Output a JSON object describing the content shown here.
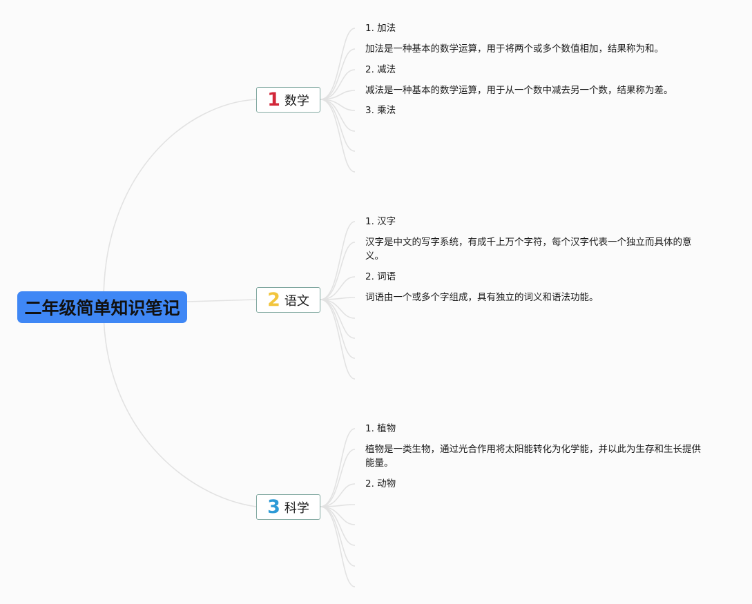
{
  "root": {
    "title": "二年级简单知识笔记",
    "color": "#3f87f5"
  },
  "line_color": "#e2e2e2",
  "branches": [
    {
      "number": "1",
      "number_color": "#d2283a",
      "label": "数学",
      "items": [
        "1. 加法",
        "加法是一种基本的数学运算，用于将两个或多个数值相加，结果称为和。",
        "2. 减法",
        "减法是一种基本的数学运算，用于从一个数中减去另一个数，结果称为差。",
        "3. 乘法"
      ]
    },
    {
      "number": "2",
      "number_color": "#f2c53d",
      "label": "语文",
      "items": [
        "1. 汉字",
        "汉字是中文的写字系统，有成千上万个字符，每个汉字代表一个独立而具体的意义。",
        "2. 词语",
        "词语由一个或多个字组成，具有独立的词义和语法功能。"
      ]
    },
    {
      "number": "3",
      "number_color": "#2d9ad6",
      "label": "科学",
      "items": [
        "1. 植物",
        "植物是一类生物，通过光合作用将太阳能转化为化学能，并以此为生存和生长提供能量。",
        "2. 动物"
      ]
    }
  ]
}
